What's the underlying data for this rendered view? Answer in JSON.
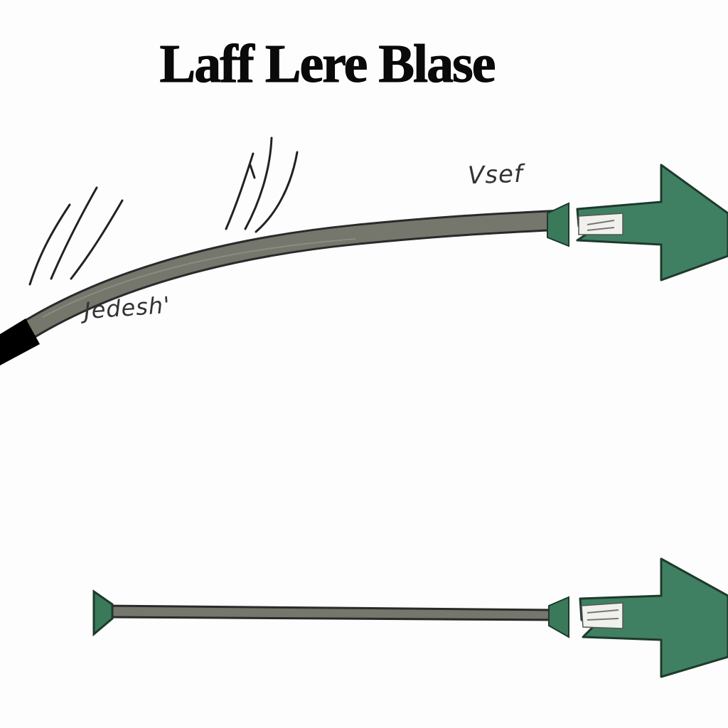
{
  "diagram": {
    "title": "Laff Lere Blase",
    "labels": {
      "top_right": "Vsef",
      "hose": "Jedesh'"
    }
  },
  "colors": {
    "shaft": "#75766c",
    "shaft_outline": "#2a2a2a",
    "arrow_green": "#3f8062",
    "cap_green": "#3a7a5b",
    "handle": "#000000",
    "nozzle_tip": "#e8e8e4"
  }
}
